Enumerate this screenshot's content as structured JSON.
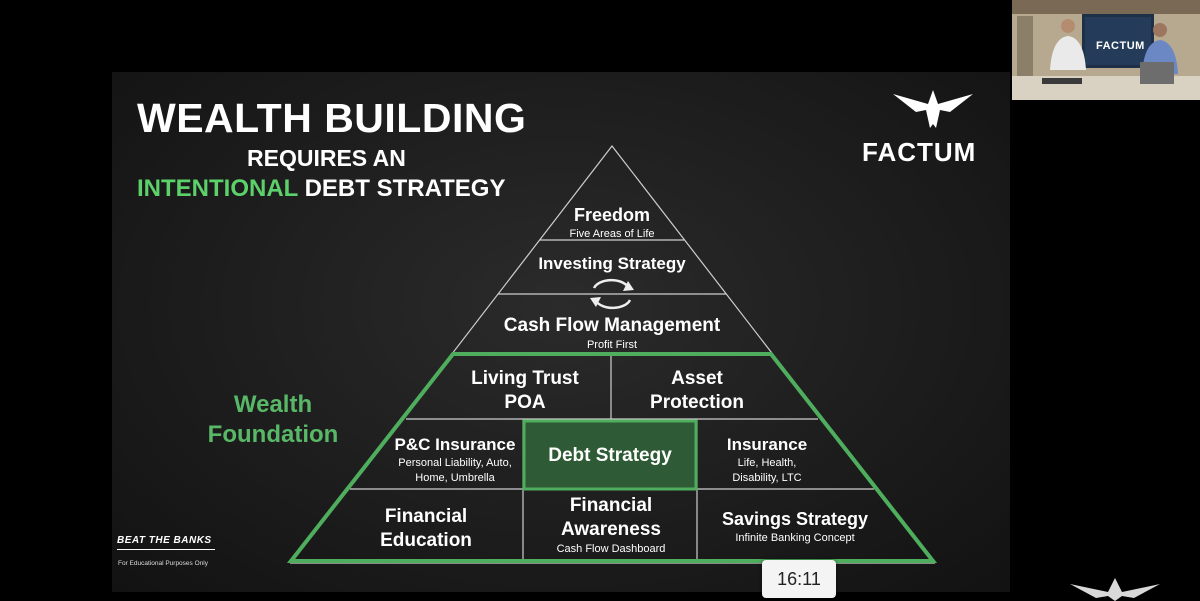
{
  "slide": {
    "title_line1": "WEALTH BUILDING",
    "title_line2": "REQUIRES AN",
    "title_line3_highlight": "INTENTIONAL",
    "title_line3_rest": "DEBT STRATEGY",
    "wealth_foundation_line1": "Wealth",
    "wealth_foundation_line2": "Foundation",
    "logo_text": "FACTUM",
    "beat_the_banks": "BEAT THE BANKS",
    "disclaimer": "For Educational Purposes Only",
    "accent_color": "#5cd16a"
  },
  "pyramid": {
    "freedom": {
      "main": "Freedom",
      "sub": "Five Areas of Life"
    },
    "investing": {
      "main": "Investing Strategy"
    },
    "cashflow": {
      "main": "Cash Flow Management",
      "sub": "Profit First"
    },
    "living_trust": {
      "line1": "Living Trust",
      "line2": "POA"
    },
    "asset_protection": {
      "line1": "Asset",
      "line2": "Protection"
    },
    "pc_insurance": {
      "main": "P&C Insurance",
      "sub1": "Personal Liability, Auto,",
      "sub2": "Home, Umbrella"
    },
    "debt_strategy": {
      "main": "Debt Strategy"
    },
    "insurance": {
      "main": "Insurance",
      "sub1": "Life, Health,",
      "sub2": "Disability, LTC"
    },
    "financial_education": {
      "line1": "Financial",
      "line2": "Education"
    },
    "financial_awareness": {
      "line1": "Financial",
      "line2": "Awareness",
      "sub": "Cash Flow Dashboard"
    },
    "savings_strategy": {
      "main": "Savings Strategy",
      "sub": "Infinite Banking Concept"
    }
  },
  "video": {
    "timer": "16:11",
    "webcam_logo_text": "FACTUM"
  }
}
